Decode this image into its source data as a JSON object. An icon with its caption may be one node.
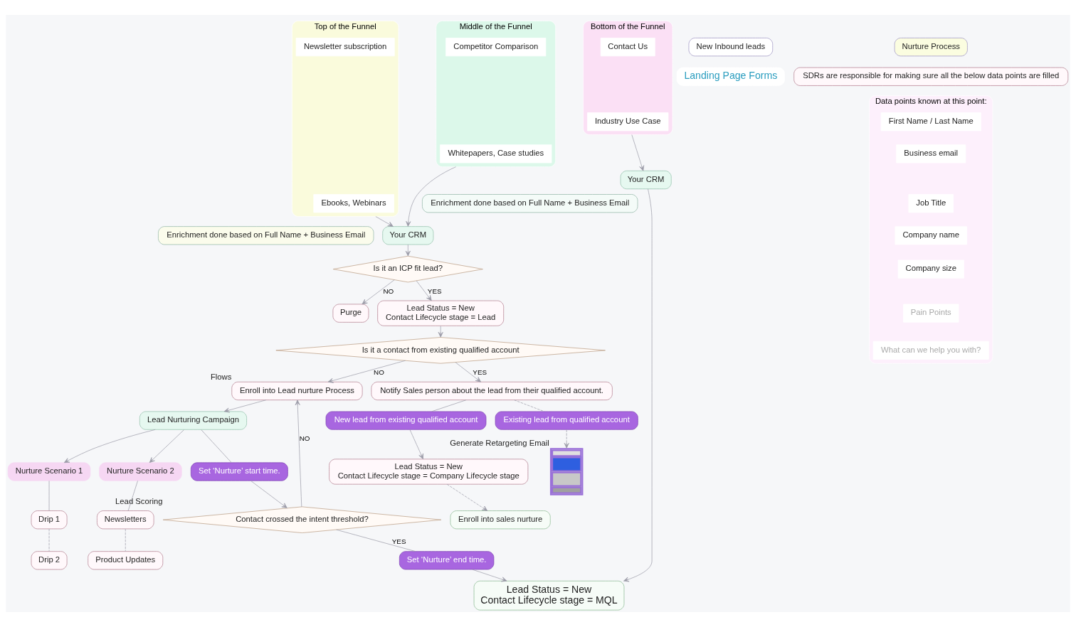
{
  "diagram": {
    "nodes": [
      {
        "text": [
          "New Inbound leads"
        ]
      },
      {
        "text": [
          "Nurture Process"
        ]
      },
      {
        "text": [
          "Landing Page Forms"
        ]
      },
      {
        "text": [
          "Bottom of the Funnel"
        ]
      },
      {
        "text": [
          "Industry Use Case"
        ],
        "in": 3
      },
      {
        "text": [
          "Contact Us"
        ],
        "in": 3
      },
      {
        "text": [
          "Middle of the Funnel"
        ]
      },
      {
        "text": [
          "Whitepapers, Case studies"
        ],
        "in": 6
      },
      {
        "text": [
          "Competitor Comparison"
        ],
        "in": 6
      },
      {
        "text": [
          "Top of the Funnel"
        ]
      },
      {
        "text": [
          "Ebooks, Webinars"
        ],
        "in": 9
      },
      {
        "text": [
          "Newsletter subscription"
        ],
        "in": 9
      },
      {
        "text": [
          "Your CRM"
        ]
      },
      {
        "text": [
          "Your CRM"
        ]
      },
      {
        "text": [
          "Enrichment done based on Full Name + Business Email"
        ]
      },
      {
        "text": [
          "Enrichment done based on Full Name + Business Email"
        ]
      },
      {
        "text": [
          "New lead from existing qualified account"
        ]
      },
      {
        "text": [
          "Notify Sales person about the lead from their qualified account."
        ]
      },
      {
        "text": [
          "Existing lead from qualified account"
        ]
      },
      {
        "text": [],
        "shape": "picture",
        "beside": [
          "Generate Retargeting Email"
        ]
      },
      {
        "text": [
          "Lead Status = New",
          "Contact Lifecycle stage = Company Lifecycle stage"
        ]
      },
      {
        "text": [
          "Enroll into sales nurture"
        ]
      },
      {
        "text": [
          "Is it an ICP fit lead?"
        ]
      },
      {
        "text": [
          "Is it a contact from existing qualified account"
        ]
      },
      {
        "text": [
          "Enroll into Lead nurture Process"
        ],
        "beside": [
          "Flows"
        ]
      },
      {
        "text": [
          "Set ‘Nurture’ end time."
        ]
      },
      {
        "text": [
          "Lead Status = New",
          "Contact Lifecycle stage = MQL"
        ]
      },
      {
        "text": [
          "Contact crossed the intent threshold?"
        ],
        "beside": [
          "Lead Scoring"
        ]
      },
      {
        "text": [
          "SDRs are responsible for making sure all the below data points are filled"
        ]
      },
      {
        "text": [
          "Data points known at this point:"
        ]
      },
      {
        "text": [
          "First Name / Last Name"
        ],
        "in": 29
      },
      {
        "text": [
          "Business email"
        ],
        "in": 29
      },
      {
        "text": [
          "Job Title"
        ],
        "in": 29
      },
      {
        "text": [
          "Company name"
        ],
        "in": 29
      },
      {
        "text": [
          "Company size"
        ],
        "in": 29
      },
      {
        "text": [
          "Pain Points"
        ],
        "in": 29
      },
      {
        "text": [
          "What can we help you with?"
        ],
        "in": 29
      },
      {
        "text": [
          "Purge"
        ]
      },
      {
        "text": [
          "Lead Status = New",
          "Contact Lifecycle stage = Lead"
        ]
      },
      {
        "text": [
          "Lead Nurturing Campaign"
        ]
      },
      {
        "text": [
          "Set ‘Nurture’ start time."
        ]
      },
      {
        "text": [
          "Nurture Scenario 1"
        ]
      },
      {
        "text": [
          "Nurture Scenario 2"
        ]
      },
      {
        "text": [
          "Drip 1"
        ]
      },
      {
        "text": [
          "Drip 2"
        ]
      },
      {
        "text": [
          "Newsletters"
        ]
      },
      {
        "text": [
          "Product Updates"
        ]
      }
    ],
    "edges": [
      {
        "from": 3,
        "to": 12,
        "arrow": "to"
      },
      {
        "from": 6,
        "to": 13,
        "arrow": "to"
      },
      {
        "from": 9,
        "to": 13,
        "arrow": "to"
      },
      {
        "from": 12,
        "to": 26,
        "arrow": "to"
      },
      {
        "from": 13,
        "to": 22,
        "arrow": "to"
      },
      {
        "from": 23,
        "to": 17,
        "arrow": "to",
        "label": "YES"
      },
      {
        "from": 17,
        "to": 16,
        "arrow": "none"
      },
      {
        "from": 16,
        "to": 20,
        "arrow": "to"
      },
      {
        "from": 17,
        "to": 18,
        "arrow": "none",
        "style": "dashed"
      },
      {
        "from": 18,
        "to": 19,
        "arrow": "to",
        "style": "dashed"
      },
      {
        "from": 20,
        "to": 21,
        "arrow": "to",
        "style": "dashed"
      },
      {
        "from": 22,
        "to": 37,
        "arrow": "to",
        "label": "NO"
      },
      {
        "from": 22,
        "to": 38,
        "arrow": "to",
        "label": "YES"
      },
      {
        "from": 38,
        "to": 23,
        "arrow": "to"
      },
      {
        "from": 23,
        "to": 24,
        "arrow": "to",
        "label": "NO"
      },
      {
        "from": 24,
        "to": 39,
        "arrow": "to"
      },
      {
        "from": 39,
        "to": 40,
        "arrow": "none"
      },
      {
        "from": 40,
        "to": 27,
        "arrow": "to"
      },
      {
        "from": 27,
        "to": 25,
        "arrow": "none",
        "label": "YES"
      },
      {
        "from": 25,
        "to": 26,
        "arrow": "to"
      },
      {
        "from": 27,
        "to": 24,
        "arrow": "to",
        "label": "NO"
      },
      {
        "from": 39,
        "to": 41,
        "arrow": "to"
      },
      {
        "from": 39,
        "to": 42,
        "arrow": "to"
      },
      {
        "from": 41,
        "to": 43,
        "arrow": "none"
      },
      {
        "from": 42,
        "to": 45,
        "arrow": "none"
      },
      {
        "from": 43,
        "to": 44,
        "arrow": "none",
        "style": "dashed"
      },
      {
        "from": 45,
        "to": 46,
        "arrow": "none",
        "style": "dashed"
      }
    ]
  }
}
